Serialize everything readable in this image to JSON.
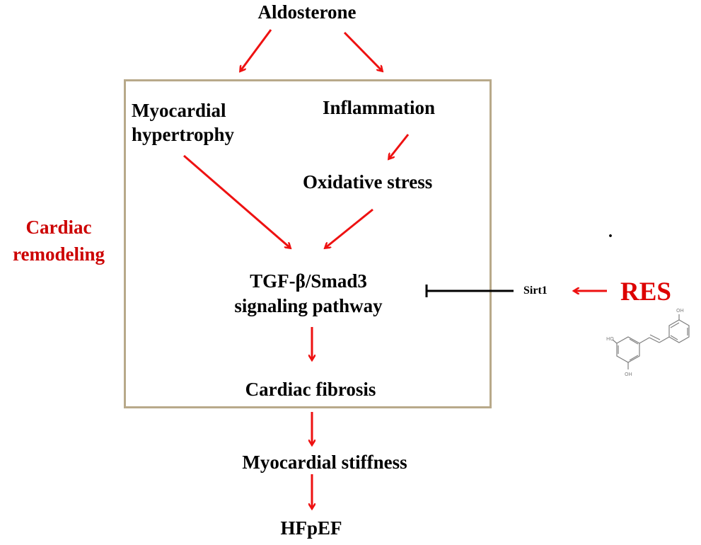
{
  "nodes": {
    "aldosterone": "Aldosterone",
    "myocardial_hypertrophy_line1": "Myocardial",
    "myocardial_hypertrophy_line2": "hypertrophy",
    "inflammation": "Inflammation",
    "oxidative_stress": "Oxidative stress",
    "tgf_line1": "TGF-β/Smad3",
    "tgf_line2": "signaling pathway",
    "cardiac_fibrosis": "Cardiac fibrosis",
    "myocardial_stiffness": "Myocardial stiffness",
    "hfpef": "HFpEF",
    "sirt1": "Sirt1",
    "res": "RES",
    "stray_dot": "."
  },
  "side_label": {
    "line1": "Cardiac",
    "line2": "remodeling"
  },
  "molecule": {
    "oh_top": "OH",
    "oh_left": "HO",
    "oh_bottom": "OH"
  },
  "colors": {
    "arrow": "#ee1111",
    "side_label": "#cc0000",
    "res": "#dd0000",
    "box_border": "#b8a98a",
    "inhibit": "#000000",
    "molecule": "#808080"
  },
  "relations": [
    {
      "from": "Aldosterone",
      "to": "Myocardial hypertrophy",
      "type": "activates"
    },
    {
      "from": "Aldosterone",
      "to": "Inflammation",
      "type": "activates"
    },
    {
      "from": "Inflammation",
      "to": "Oxidative stress",
      "type": "activates"
    },
    {
      "from": "Myocardial hypertrophy",
      "to": "TGF-β/Smad3 signaling pathway",
      "type": "activates"
    },
    {
      "from": "Oxidative stress",
      "to": "TGF-β/Smad3 signaling pathway",
      "type": "activates"
    },
    {
      "from": "TGF-β/Smad3 signaling pathway",
      "to": "Cardiac fibrosis",
      "type": "activates"
    },
    {
      "from": "Cardiac fibrosis",
      "to": "Myocardial stiffness",
      "type": "activates"
    },
    {
      "from": "Myocardial stiffness",
      "to": "HFpEF",
      "type": "activates"
    },
    {
      "from": "RES",
      "to": "Sirt1",
      "type": "activates"
    },
    {
      "from": "Sirt1",
      "to": "TGF-β/Smad3 signaling pathway",
      "type": "inhibits"
    }
  ]
}
